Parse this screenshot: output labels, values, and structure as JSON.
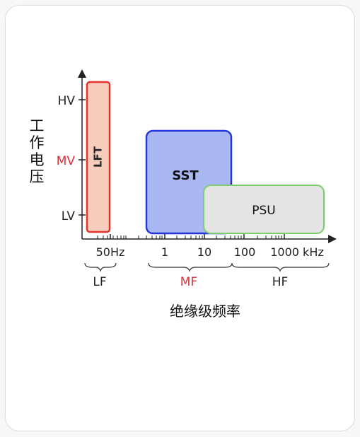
{
  "axis": {
    "y_title": "工作电压",
    "x_title": "绝缘级频率",
    "y_ticks": [
      "HV",
      "MV",
      "LV"
    ],
    "x_ticks": [
      "50Hz",
      "1",
      "10",
      "100",
      "1000 kHz"
    ]
  },
  "bands": [
    "LF",
    "MF",
    "HF"
  ],
  "blocks": {
    "lft": "LFT",
    "sst": "SST",
    "psu": "PSU"
  },
  "colors": {
    "lft_fill": "#f7cdbd",
    "lft_border": "#e8332a",
    "sst_fill": "#a9b8f2",
    "sst_border": "#2536d6",
    "psu_fill": "#e4e4e4",
    "psu_border": "#7ccc6e",
    "highlight": "#d9303a",
    "axis": "#222222"
  }
}
